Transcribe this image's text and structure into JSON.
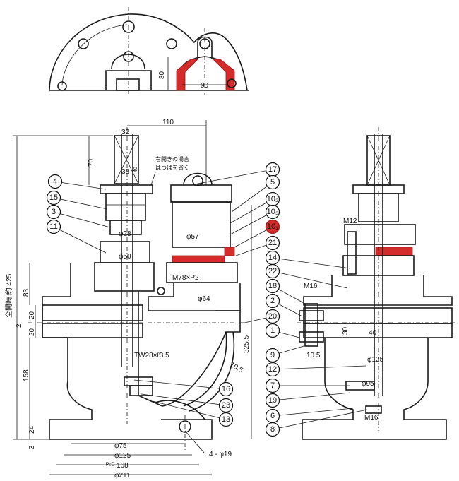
{
  "colors": {
    "line": "#1a1a1a",
    "highlight": "#d42b2b",
    "background": "#ffffff"
  },
  "top_view": {
    "dims": {
      "height": "80",
      "width": "90"
    }
  },
  "side_view": {
    "dims": {
      "top_width": "32",
      "stem_offset": "110",
      "stem_height": "70",
      "stem_square": "38",
      "stem_note": "40",
      "shaft_28": "φ28",
      "shaft_50": "φ50",
      "bonnet_57": "φ57",
      "thread_m78": "M78×P2",
      "bore_64": "φ64",
      "overall": "全開時 約 425",
      "dim_83": "83",
      "dim_20a": "20",
      "dim_2": "2",
      "dim_20b": "20",
      "dim_158": "158",
      "dim_24": "24",
      "dim_3": "3",
      "thread_tw": "TW28×ℓ3.5",
      "wall_10_5": "10.5",
      "dim_325": "325.5",
      "flange_75": "φ75",
      "flange_125": "φ125",
      "pcd": "ᴾᶜᴰ 168",
      "flange_211": "φ211",
      "bolts": "4 - φ19"
    },
    "note_line1": "右開きの場合",
    "note_line2": "はつばを省く"
  },
  "front_view": {
    "dims": {
      "m12": "M12",
      "m16_top": "M16",
      "dim_30": "30",
      "dim_40": "40",
      "dim_10_5": "10.5",
      "bore_125": "φ125",
      "bore_95": "φ95",
      "m16_bot": "M16"
    }
  },
  "callouts": [
    "4",
    "15",
    "3",
    "11",
    "17",
    "5",
    "10₂",
    "10₃",
    "10₁",
    "21",
    "14",
    "22",
    "18",
    "2",
    "20",
    "1",
    "9",
    "12",
    "7",
    "19",
    "6",
    "8",
    "16",
    "23",
    "13"
  ]
}
